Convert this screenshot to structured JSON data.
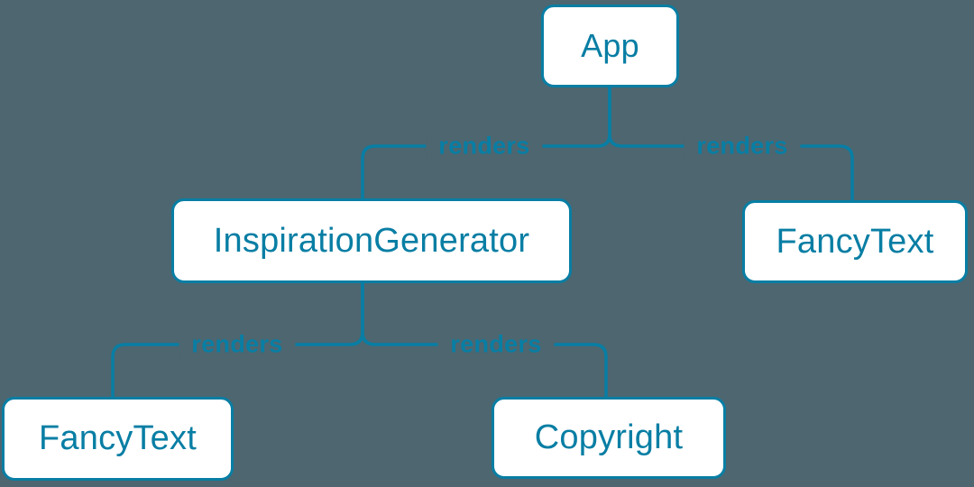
{
  "diagram": {
    "type": "component-render-tree",
    "nodes": [
      {
        "id": "app",
        "label": "App"
      },
      {
        "id": "inspiration-generator",
        "label": "InspirationGenerator"
      },
      {
        "id": "fancy-text-top-right",
        "label": "FancyText"
      },
      {
        "id": "fancy-text-bottom-left",
        "label": "FancyText"
      },
      {
        "id": "copyright",
        "label": "Copyright"
      }
    ],
    "edges": [
      {
        "from": "App",
        "to": "InspirationGenerator",
        "label": "renders"
      },
      {
        "from": "App",
        "to": "FancyText",
        "label": "renders"
      },
      {
        "from": "InspirationGenerator",
        "to": "FancyText",
        "label": "renders"
      },
      {
        "from": "InspirationGenerator",
        "to": "Copyright",
        "label": "renders"
      }
    ],
    "colors": {
      "background": "#4d6670",
      "accent": "#087ea4",
      "node_fill": "#ffffff"
    }
  }
}
